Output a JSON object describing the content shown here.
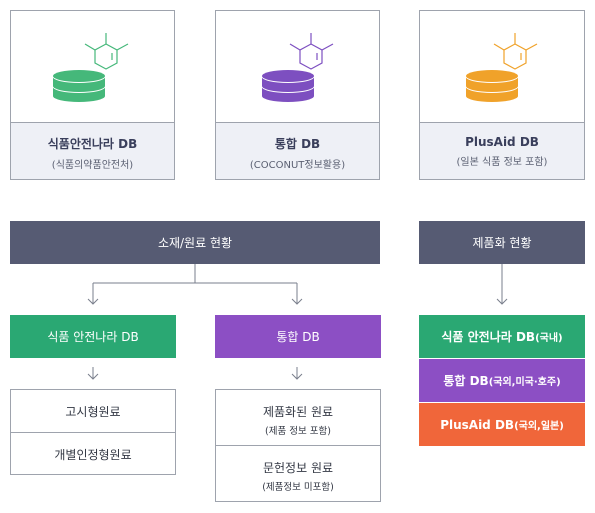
{
  "sources": [
    {
      "name": "식품안전나라 DB",
      "sub": "(식품의약품안전처)",
      "color": "#45b87a"
    },
    {
      "name": "통합 DB",
      "sub": "(COCONUT정보활용)",
      "color": "#7d4fc0"
    },
    {
      "name": "PlusAid DB",
      "sub": "(일본 식품 정보 포함)",
      "color": "#f0a22a"
    }
  ],
  "material": {
    "header": "소재/원료 현황",
    "branches": [
      {
        "label": "식품 안전나라 DB",
        "items": [
          {
            "main": "고시형원료"
          },
          {
            "main": "개별인정형원료"
          }
        ]
      },
      {
        "label": "통합 DB",
        "items": [
          {
            "main": "제품화된 원료",
            "note": "(제품 정보 포함)"
          },
          {
            "main": "문헌정보 원료",
            "note": "(제품정보 미포함)"
          }
        ]
      }
    ]
  },
  "product": {
    "header": "제품화 현황",
    "items": [
      {
        "label": "식품 안전나라 DB",
        "suffix": "(국내)"
      },
      {
        "label": "통합 DB",
        "suffix": "(국외,미국·호주)"
      },
      {
        "label": "PlusAid DB",
        "suffix": "(국외,일본)"
      }
    ]
  }
}
